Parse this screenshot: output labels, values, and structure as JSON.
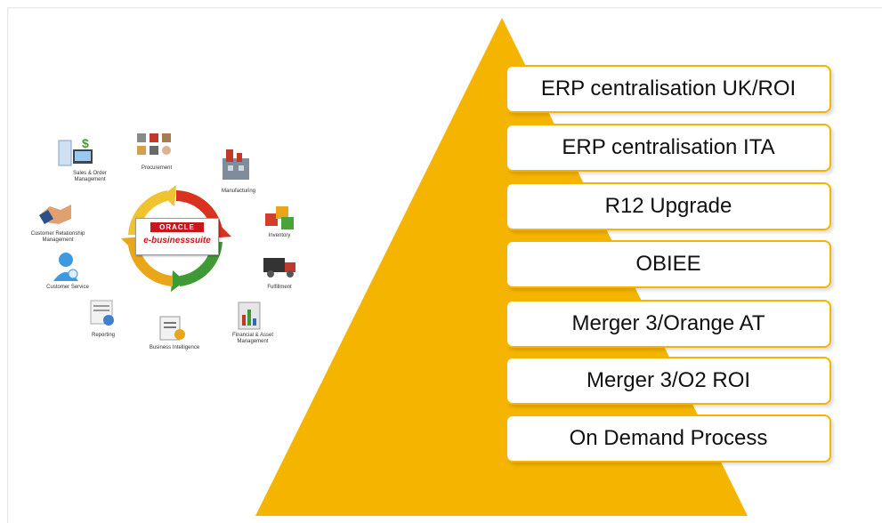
{
  "pyramid": {
    "fill_color": "#f5b400",
    "items": [
      "ERP centralisation UK/ROI",
      "ERP centralisation ITA",
      "R12 Upgrade",
      "OBIEE",
      "Merger 3/Orange AT",
      "Merger 3/O2 ROI",
      "On Demand Process"
    ]
  },
  "ebs_diagram": {
    "logo_brand": "ORACLE",
    "logo_product": "e-businesssuite",
    "modules": {
      "procurement": "Procurement",
      "manufacturing": "Manufacturing",
      "inventory": "Inventory",
      "fulfillment": "Fulfillment",
      "financial_l1": "Financial & Asset",
      "financial_l2": "Management",
      "business_intelligence": "Business Intelligence",
      "reporting": "Reporting",
      "customer_service": "Customer Service",
      "crm_l1": "Customer Relationship",
      "crm_l2": "Management",
      "sales_l1": "Sales & Order",
      "sales_l2": "Management"
    }
  }
}
